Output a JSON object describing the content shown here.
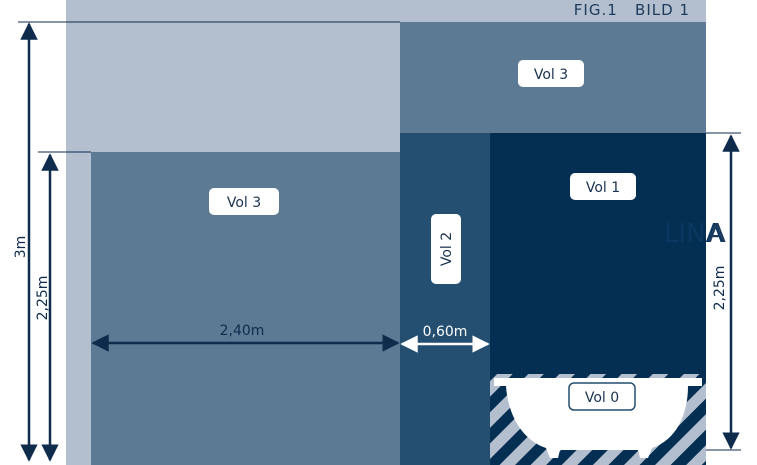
{
  "figure": {
    "caption": "FIG.1   BILD 1",
    "watermark_left": "LINA",
    "watermark_right": "A"
  },
  "zones": {
    "vol3_left": "Vol 3",
    "vol3_top": "Vol 3",
    "vol2": "Vol 2",
    "vol1": "Vol 1",
    "vol0": "Vol 0"
  },
  "dimensions": {
    "total_height": "3m",
    "left_height": "2,25m",
    "right_height": "2,25m",
    "vol3_width": "2,40m",
    "vol2_width": "0,60m"
  },
  "colors": {
    "light": "#b3bfce",
    "mid": "#5c7a93",
    "vol2": "#244f70",
    "vol1": "#042e52",
    "arrow": "#0f2c4d",
    "white": "#ffffff"
  }
}
